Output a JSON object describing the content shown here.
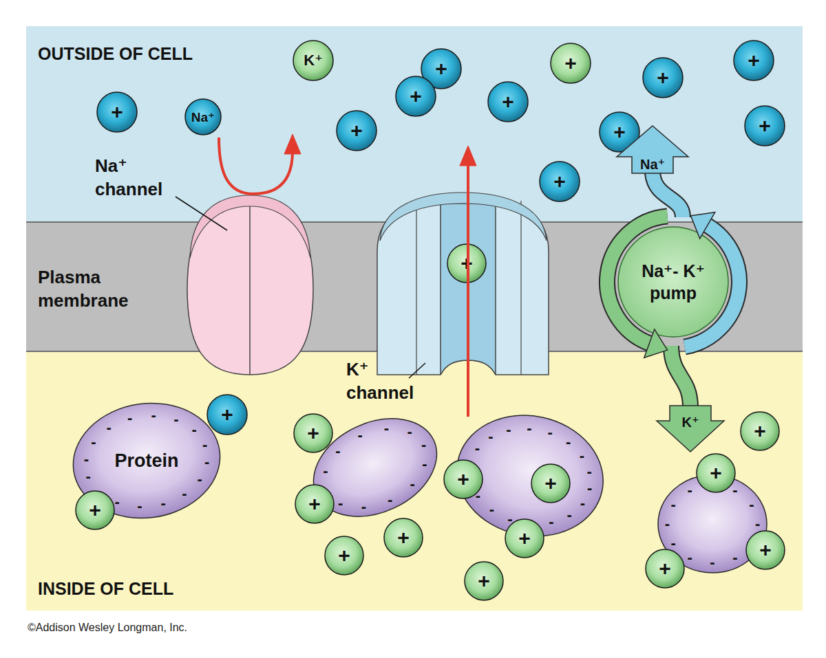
{
  "diagram": {
    "nodes": [
      {
        "text": [
          "OUTSIDE OF CELL"
        ]
      },
      {
        "text": [
          "K⁺"
        ],
        "in": 0
      },
      {
        "text": [
          "+"
        ],
        "in": 0
      },
      {
        "text": [
          "+"
        ],
        "in": 0
      },
      {
        "text": [
          "+"
        ],
        "in": 0
      },
      {
        "text": [
          "+"
        ],
        "in": 0
      },
      {
        "text": [
          "+"
        ],
        "in": 0
      },
      {
        "text": [
          "+"
        ],
        "in": 0
      },
      {
        "text": [
          "+"
        ],
        "in": 0
      },
      {
        "text": [
          "Na⁺"
        ],
        "in": 0
      },
      {
        "text": [
          "+"
        ],
        "in": 0
      },
      {
        "text": [
          "+"
        ],
        "in": 0
      },
      {
        "text": [
          "+"
        ],
        "in": 0
      },
      {
        "text": [
          "+"
        ],
        "in": 0
      },
      {
        "text": [
          "Plasma membrane"
        ]
      },
      {
        "text": [
          "Na⁺ channel"
        ]
      },
      {
        "text": [
          "K⁺ channel"
        ]
      },
      {
        "text": [
          "+"
        ],
        "in": 16
      },
      {
        "text": [
          "Na⁺- K⁺ pump"
        ]
      },
      {
        "text": [
          "INSIDE OF CELL"
        ]
      },
      {
        "text": [
          "Protein",
          "-",
          "-",
          "-",
          "-",
          "-",
          "-",
          "-",
          "-",
          "-",
          "-",
          "-",
          "-",
          "-",
          "-",
          "-",
          "-"
        ],
        "in": 19
      },
      {
        "text": [
          "-",
          "-",
          "-",
          "-",
          "-",
          "-",
          "-",
          "-",
          "-",
          "-",
          "-",
          "-"
        ],
        "in": 19
      },
      {
        "text": [
          "-",
          "-",
          "-",
          "-",
          "-",
          "-",
          "-",
          "-",
          "-",
          "-",
          "-",
          "-",
          "-",
          "-",
          "-",
          "-",
          "-",
          "-"
        ],
        "in": 19
      },
      {
        "text": [
          "-",
          "-",
          "-",
          "-",
          "-",
          "-",
          "-",
          "-",
          "-",
          "-",
          "-",
          "-"
        ],
        "in": 19
      },
      {
        "text": [
          "+"
        ],
        "in": 19
      },
      {
        "text": [
          "+"
        ],
        "in": 19
      },
      {
        "text": [
          "+"
        ],
        "in": 19
      },
      {
        "text": [
          "+"
        ],
        "in": 19
      },
      {
        "text": [
          "+"
        ],
        "in": 19
      },
      {
        "text": [
          "+"
        ],
        "in": 19
      },
      {
        "text": [
          "+"
        ],
        "in": 19
      },
      {
        "text": [
          "+"
        ],
        "in": 19
      },
      {
        "text": [
          "+"
        ],
        "in": 19
      },
      {
        "text": [
          "+"
        ],
        "in": 19
      },
      {
        "text": [
          "+"
        ],
        "in": 19
      },
      {
        "text": [
          "+"
        ],
        "in": 19
      },
      {
        "text": [
          "+"
        ],
        "in": 19
      },
      {
        "text": [
          "+"
        ],
        "in": 19
      }
    ],
    "labels": [
      "Na⁺",
      "K⁺",
      "©Addison Wesley Longman, Inc."
    ]
  }
}
